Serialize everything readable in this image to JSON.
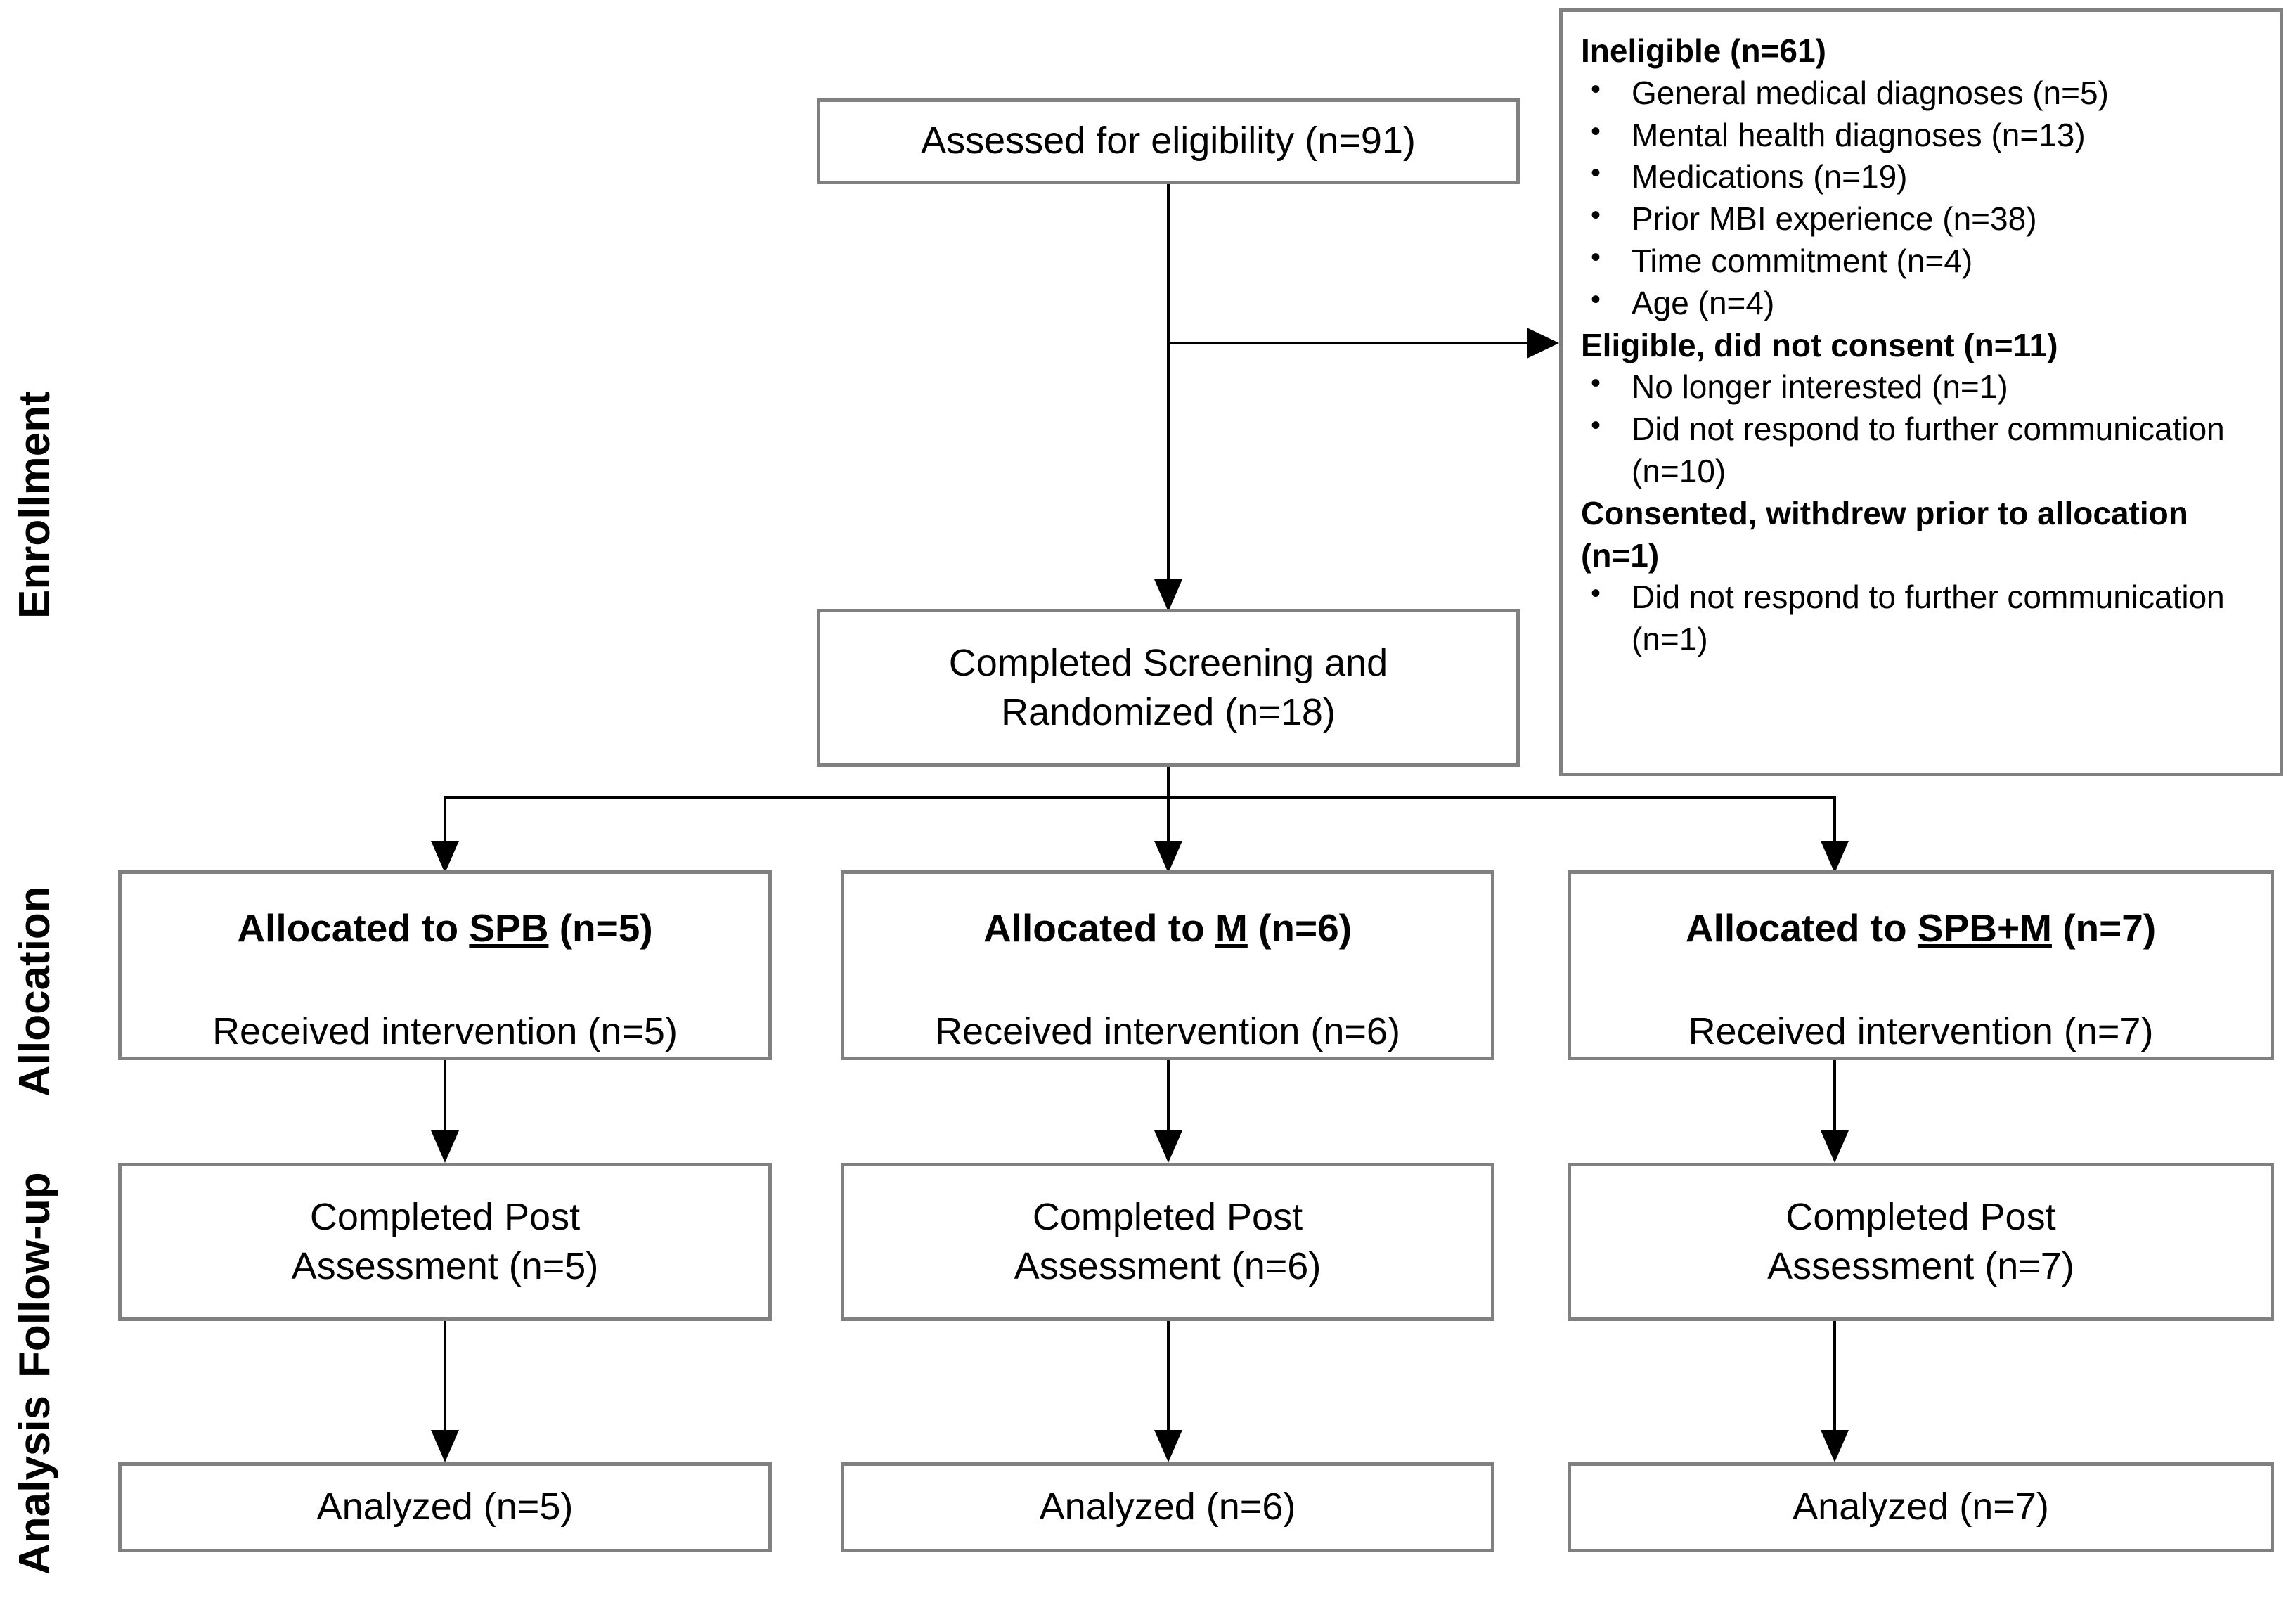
{
  "diagram": {
    "title": "CONSORT participant flow diagram",
    "type": "flowchart",
    "accent_border_color": "#808080",
    "line_color": "#000000",
    "background_color": "#ffffff"
  },
  "stages": [
    {
      "key": "enrollment",
      "label": "Enrollment"
    },
    {
      "key": "allocation",
      "label": "Allocation"
    },
    {
      "key": "followup",
      "label": "Follow-up"
    },
    {
      "key": "analysis",
      "label": "Analysis"
    }
  ],
  "enrollment": {
    "assessed_box": "Assessed for eligibility (n=91)",
    "randomized_box_line1": "Completed Screening and",
    "randomized_box_line2": "Randomized (n=18)"
  },
  "exclusions": {
    "groups": [
      {
        "heading": "Ineligible  (n=61)",
        "items": [
          "General medical diagnoses (n=5)",
          "Mental health diagnoses (n=13)",
          "Medications (n=19)",
          "Prior MBI experience (n=38)",
          "Time commitment  (n=4)",
          "Age (n=4)"
        ]
      },
      {
        "heading": "Eligible, did not consent (n=11)",
        "items": [
          "No longer interested (n=1)",
          "Did not respond to further communication (n=10)"
        ]
      },
      {
        "heading": "Consented, withdrew prior to allocation (n=1)",
        "items": [
          "Did not respond to further communication (n=1)"
        ]
      }
    ]
  },
  "arms": [
    {
      "key": "spb",
      "alloc_prefix": "Allocated to ",
      "alloc_code": "SPB",
      "alloc_suffix": " (n=5)",
      "received": "Received intervention (n=5)",
      "followup_line1": "Completed Post",
      "followup_line2": "Assessment (n=5)",
      "analysis": "Analyzed (n=5)"
    },
    {
      "key": "m",
      "alloc_prefix": "Allocated to ",
      "alloc_code": "M",
      "alloc_suffix": " (n=6)",
      "received": "Received intervention (n=6)",
      "followup_line1": "Completed Post",
      "followup_line2": "Assessment (n=6)",
      "analysis": "Analyzed (n=6)"
    },
    {
      "key": "spbm",
      "alloc_prefix": "Allocated to ",
      "alloc_code": "SPB+M",
      "alloc_suffix": " (n=7)",
      "received": "Received intervention (n=7)",
      "followup_line1": "Completed Post",
      "followup_line2": "Assessment (n=7)",
      "analysis": "Analyzed (n=7)"
    }
  ]
}
